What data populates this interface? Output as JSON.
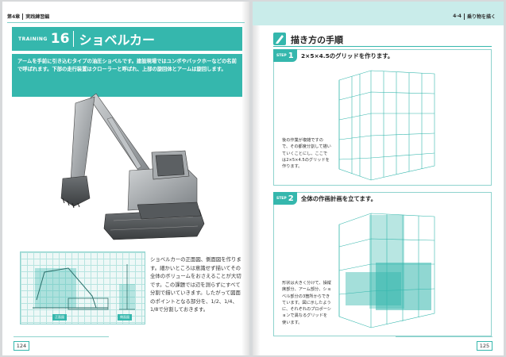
{
  "left_page": {
    "chapter": "第4章",
    "chapter_title": "実践練習編",
    "training_label": "TRAINING",
    "training_number": "16",
    "title": "ショベルカー",
    "intro": "アームを手前に引き込むタイプの油圧ショベルです。建設現場ではユンボやバックホーなどの名前で呼ばれます。下部の走行装置はクローラーと呼ばれ、上部の旋回体とアームは旋回します。",
    "grid_tags": [
      "正面図",
      "側面図"
    ],
    "body": "ショベルカーの正面図、側面図を作ります。細かいところは意識せず描いてその全体のボリュームをおさえることが大切です。この課題では辺を測らずにすべて分割で描いていきます。したがって図面のポイントとなる部分を、1/2、1/4、1/8で分割しておきます。",
    "page_number": "124"
  },
  "right_page": {
    "chapter": "4-4",
    "chapter_title": "乗り物を描く",
    "section_title": "描き方の手順",
    "steps": [
      {
        "label": "STEP",
        "number": "1",
        "heading": "2×5×4.5のグリッドを作ります。",
        "note": "後の作業が複雑ですので、その都度分割して描いていくことにし、ここでは2×5×4.5のグリッドを作ります。"
      },
      {
        "label": "STEP",
        "number": "2",
        "heading": "全体の作画計画を立てます。",
        "note": "形状は大きく分けて、操縦席部分、アーム部分、ショベル部分の3箇所からできています。図に示したように、それぞれのプロポーションで異なるグリッドを使います。"
      }
    ],
    "page_number": "125"
  },
  "colors": {
    "accent": "#35b7ad",
    "accent_light": "#c9ecea",
    "grid": "#8fd3ce"
  }
}
